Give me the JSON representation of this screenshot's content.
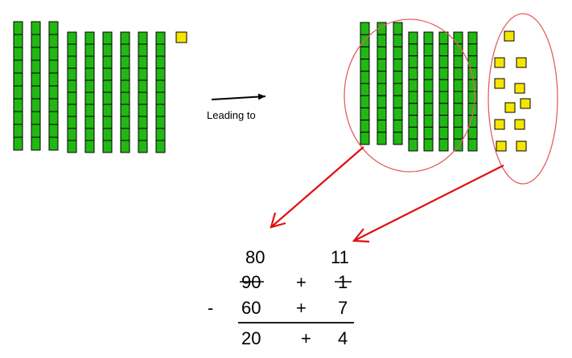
{
  "caption": "Leading to",
  "regrouped": {
    "tens": "80",
    "ones": "11"
  },
  "minuend": {
    "tens": "90",
    "plus": "+",
    "ones": "1"
  },
  "subtrahend": {
    "sign": "-",
    "tens": "60",
    "plus": "+",
    "ones": "7"
  },
  "difference": {
    "tens": "20",
    "plus": "+",
    "ones": "4"
  },
  "blocks": {
    "left_group": {
      "tens_rods": 9,
      "unit_cubes": 1
    },
    "right_group": {
      "tens_rods": 8,
      "unit_cubes": 11
    }
  },
  "colors": {
    "rod": "#22b814",
    "cube": "#f5e600",
    "outline": "#000000",
    "circle": "#e06060",
    "pointer": "#e01010",
    "arrow": "#000000"
  }
}
